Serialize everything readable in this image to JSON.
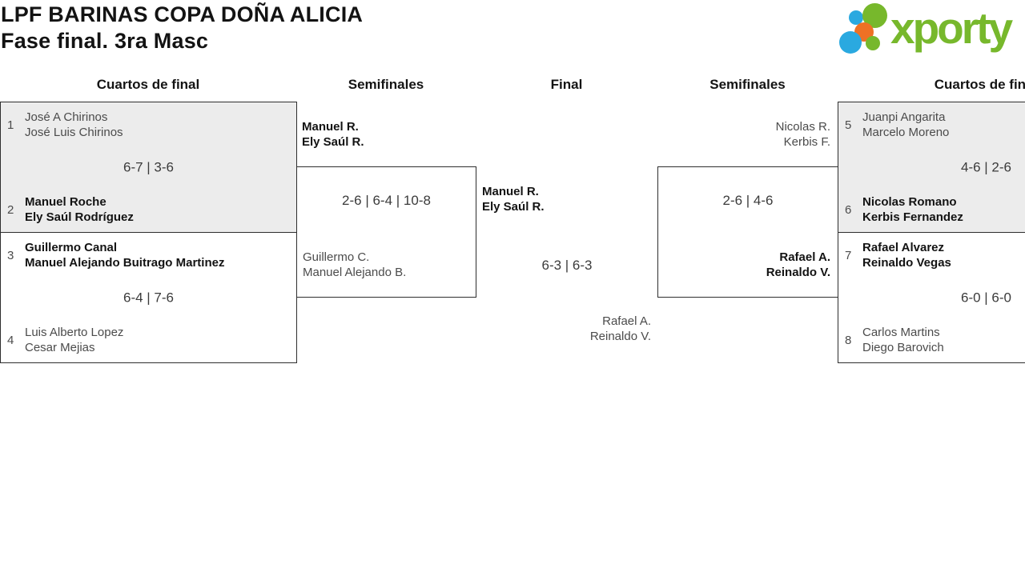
{
  "header": {
    "title_line1": "LPF BARINAS COPA DOÑA ALICIA",
    "title_line2": "Fase final. 3ra Masc",
    "logo_text": "xporty"
  },
  "colors": {
    "logo_green": "#77b82c",
    "logo_blue": "#2aa9e0",
    "logo_orange": "#ee7125",
    "box_fill": "#ececec",
    "box_border": "#2e2e2e"
  },
  "columns": {
    "c1": "Cuartos de final",
    "c2": "Semifinales",
    "c3": "Final",
    "c4": "Semifinales",
    "c5": "Cuartos de final"
  },
  "matches": {
    "qf1": {
      "seed_top": "1",
      "top1": "José A Chirinos",
      "top2": "José Luis Chirinos",
      "score": "6-7 | 3-6",
      "seed_bottom": "2",
      "bottom1": "Manuel Roche",
      "bottom2": "Ely Saúl Rodríguez",
      "winner": "bottom"
    },
    "qf2": {
      "seed_top": "3",
      "top1": "Guillermo Canal",
      "top2": "Manuel Alejando Buitrago Martinez",
      "score": "6-4 | 7-6",
      "seed_bottom": "4",
      "bottom1": "Luis Alberto Lopez",
      "bottom2": "Cesar Mejias",
      "winner": "top"
    },
    "sf1": {
      "top1": "Manuel R.",
      "top2": "Ely Saúl R.",
      "score": "2-6 | 6-4 | 10-8",
      "bottom1": "Guillermo C.",
      "bottom2": "Manuel Alejando B.",
      "winner": "top"
    },
    "final": {
      "top1": "Manuel R.",
      "top2": "Ely Saúl R.",
      "score": "6-3 | 6-3",
      "bottom1": "Rafael A.",
      "bottom2": "Reinaldo V.",
      "winner": "top"
    },
    "sf2": {
      "top1": "Nicolas R.",
      "top2": "Kerbis F.",
      "score": "2-6 | 4-6",
      "bottom1": "Rafael A.",
      "bottom2": "Reinaldo V.",
      "winner": "bottom"
    },
    "qf3": {
      "seed_top": "5",
      "top1": "Juanpi Angarita",
      "top2": "Marcelo Moreno",
      "score": "4-6 | 2-6",
      "seed_bottom": "6",
      "bottom1": "Nicolas Romano",
      "bottom2": "Kerbis Fernandez",
      "winner": "bottom"
    },
    "qf4": {
      "seed_top": "7",
      "top1": "Rafael Alvarez",
      "top2": "Reinaldo Vegas",
      "score": "6-0 | 6-0",
      "seed_bottom": "8",
      "bottom1": "Carlos Martins",
      "bottom2": "Diego Barovich",
      "winner": "top"
    }
  }
}
